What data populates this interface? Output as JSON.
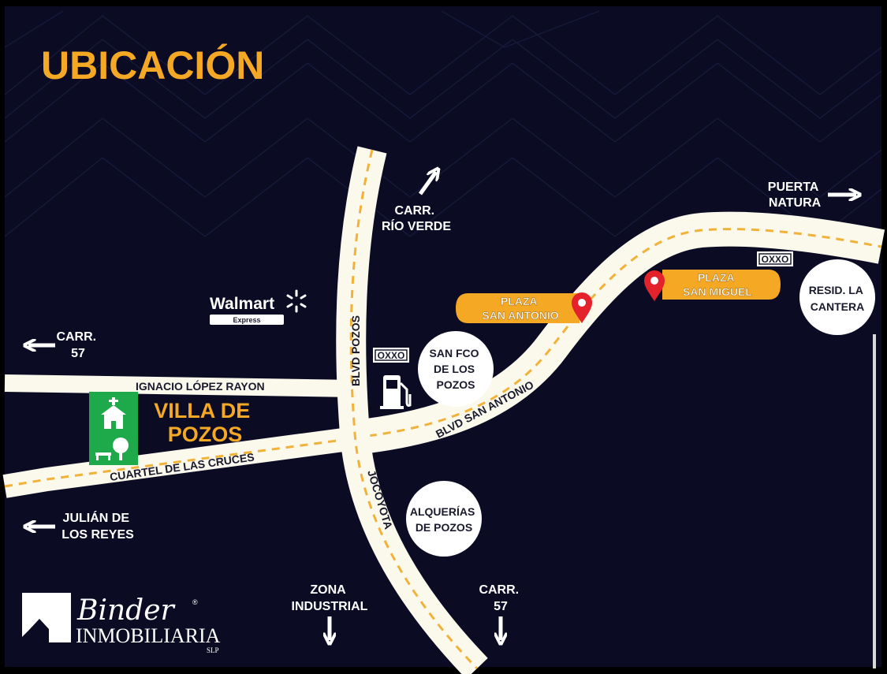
{
  "title": "UBICACIÓN",
  "colors": {
    "background": "#0b0c24",
    "accent": "#f5a823",
    "road": "#fbf8ec",
    "road_dash": "#f2b23a",
    "text": "#ffffff",
    "pin": "#e3222b",
    "park": "#1ea94a"
  },
  "arrows": {
    "carr_rio_verde": {
      "lines": [
        "CARR.",
        "RÍO VERDE"
      ],
      "direction": "north-east"
    },
    "puerta_natura": {
      "lines": [
        "PUERTA",
        "NATURA"
      ],
      "direction": "east"
    },
    "carr_57_west": {
      "lines": [
        "CARR.",
        "57"
      ],
      "direction": "west"
    },
    "julian_de_los_reyes": {
      "lines": [
        "JULIÁN DE",
        "LOS REYES"
      ],
      "direction": "west"
    },
    "zona_industrial": {
      "lines": [
        "ZONA",
        "INDUSTRIAL"
      ],
      "direction": "south"
    },
    "carr_57_south": {
      "lines": [
        "CARR.",
        "57"
      ],
      "direction": "south"
    }
  },
  "roads": {
    "blvd_pozos": "BLVD POZOS",
    "jocoyota": "JOCOYOTA",
    "blvd_san_antonio": "BLVD SAN ANTONIO",
    "ignacio_lopez_rayon": "IGNACIO LÓPEZ RAYON",
    "cuartel_de_las_cruces": "CUARTEL DE LAS CRUCES"
  },
  "places": {
    "villa_de_pozos": [
      "VILLA DE",
      "POZOS"
    ],
    "plaza_san_antonio": [
      "PLAZA",
      "SAN ANTONIO"
    ],
    "plaza_san_miguel": [
      "PLAZA",
      "SAN MIGUEL"
    ],
    "resid_la_cantera": [
      "RESID. LA",
      "CANTERA"
    ],
    "san_fco_de_los_pozos": [
      "SAN FCO",
      "DE LOS",
      "POZOS"
    ],
    "alquerias_de_pozos": [
      "ALQUERÍAS",
      "DE POZOS"
    ]
  },
  "landmarks": {
    "walmart_name": "Walmart",
    "walmart_sub": "Express",
    "oxxo": "OXXO",
    "gas_station_icon": "gas-pump-icon",
    "church_icon": "church-icon",
    "park_icon": "park-bench-tree-icon"
  },
  "logo": {
    "brand": "Binder",
    "trademark": "®",
    "name": "INMOBILIARIA",
    "suffix": "SLP"
  }
}
